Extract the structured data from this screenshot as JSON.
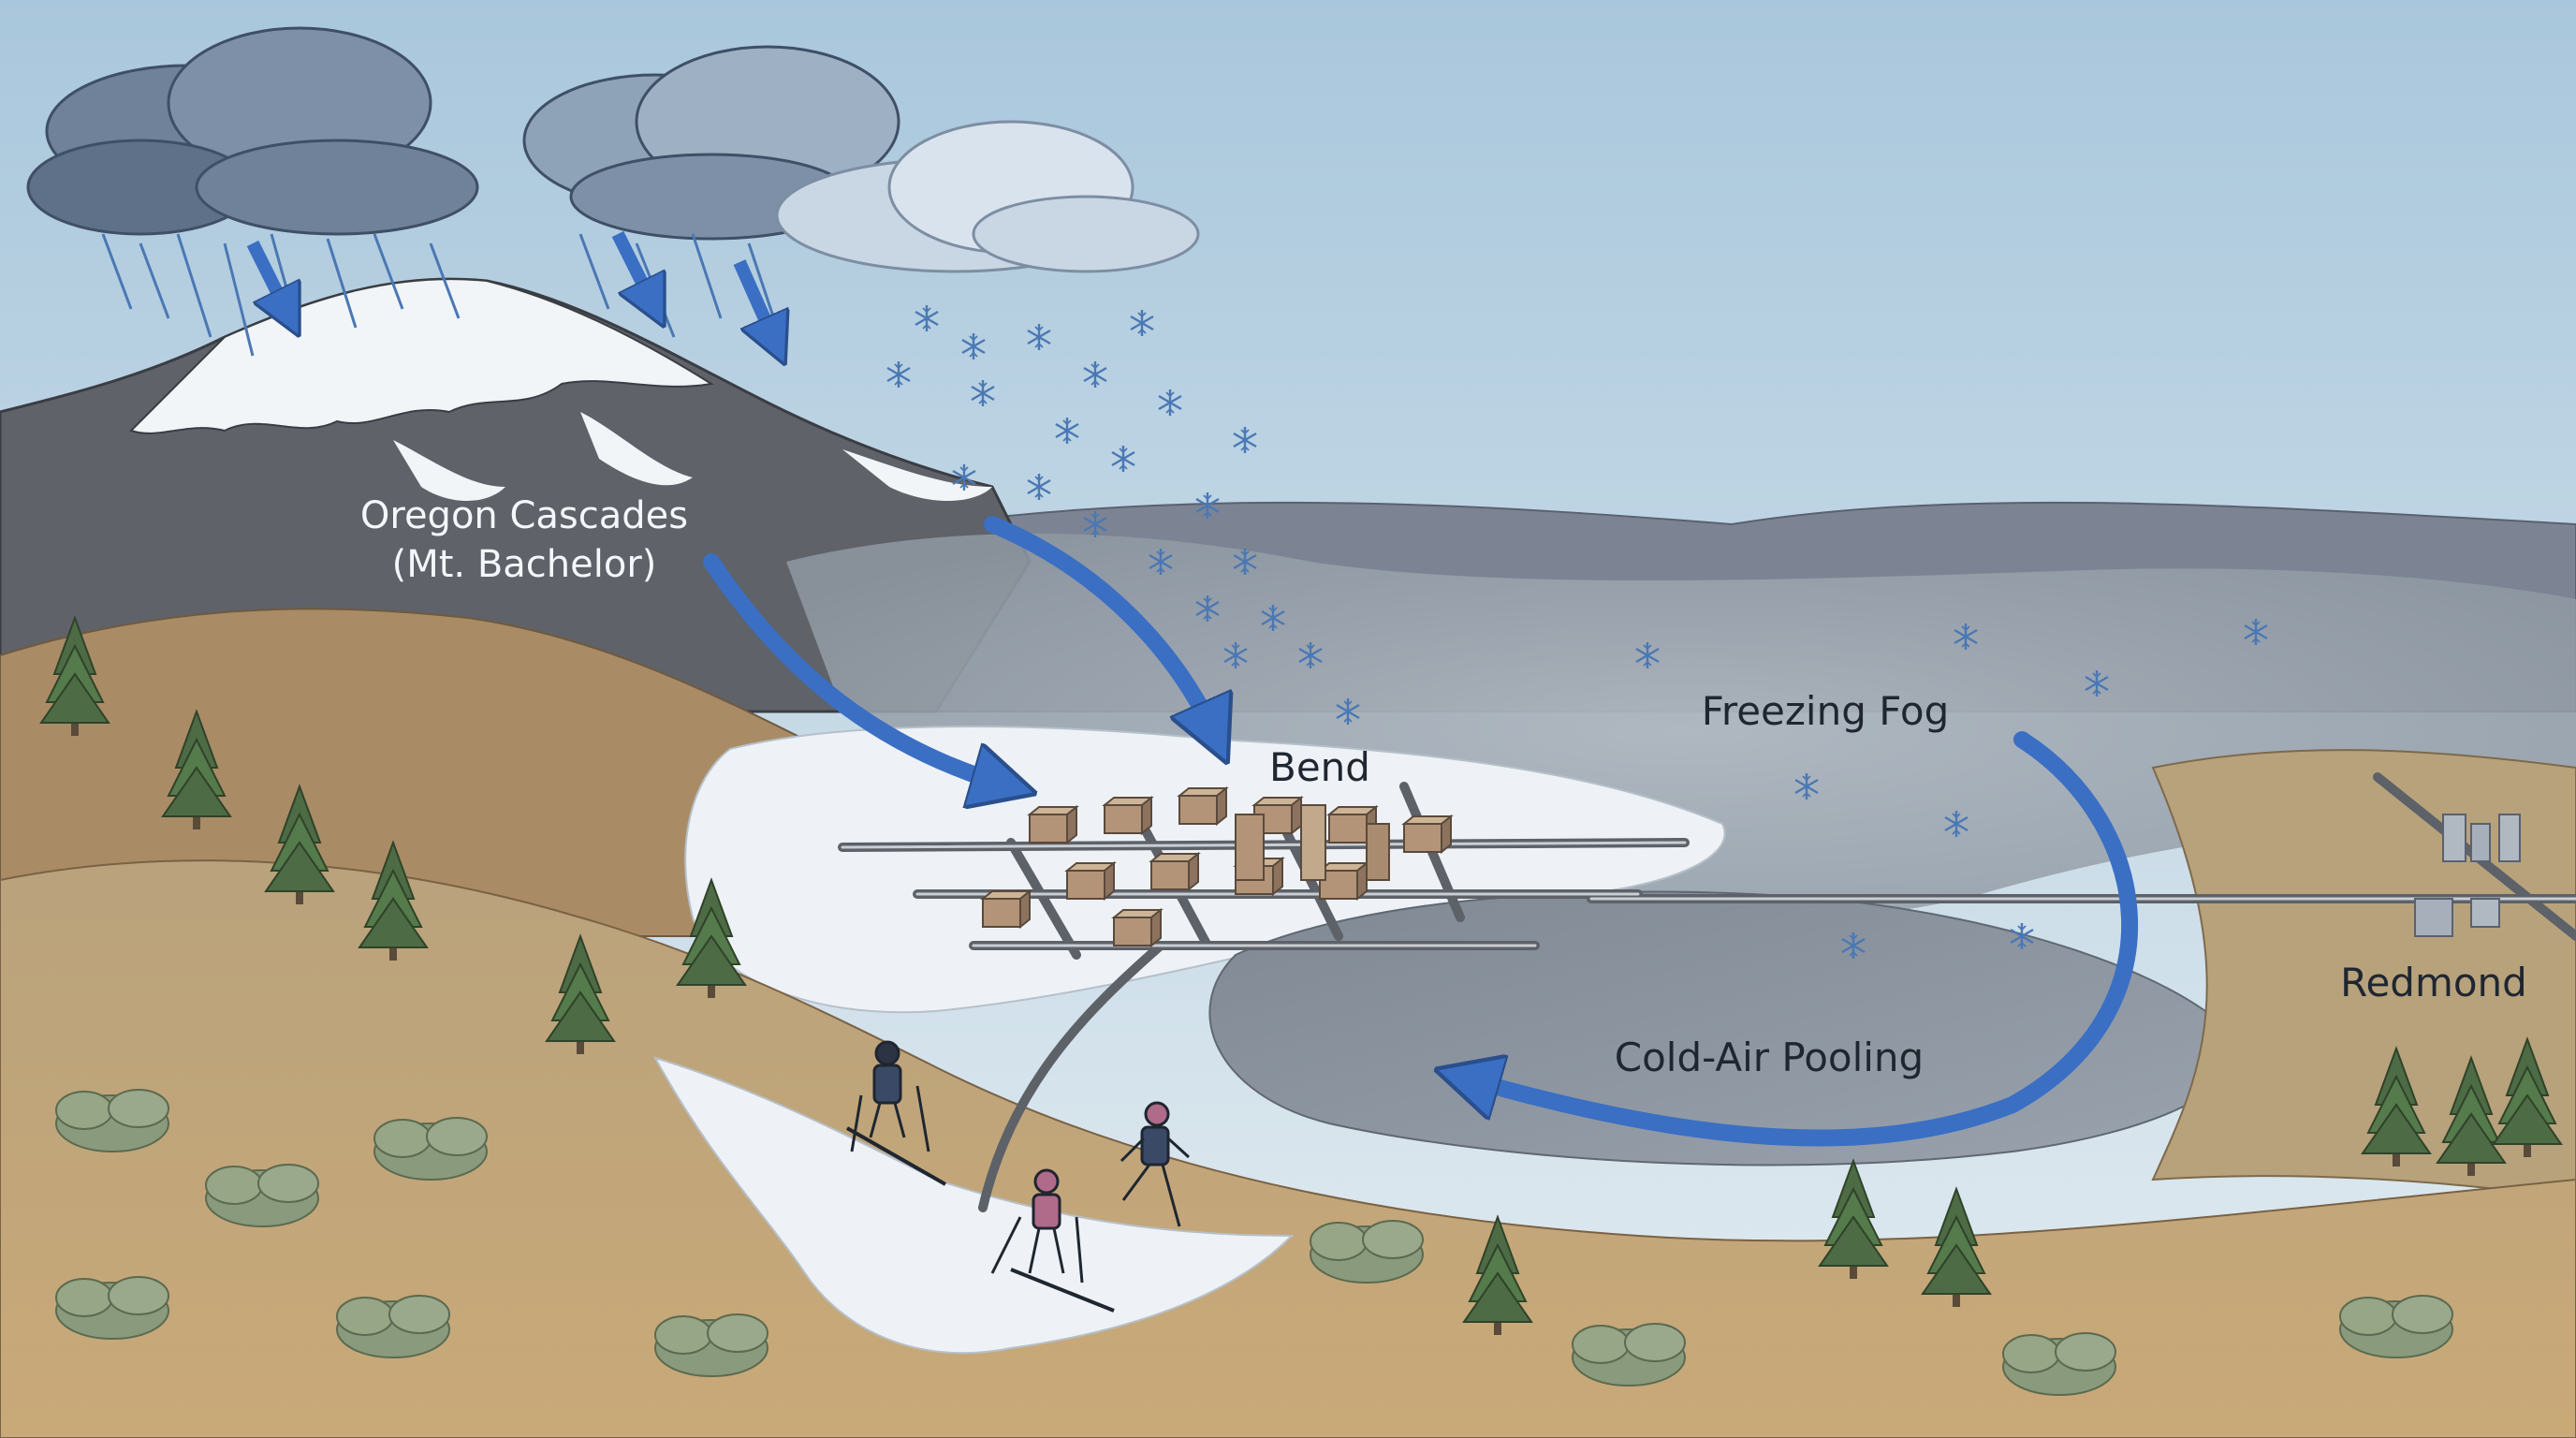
{
  "labels": {
    "cascades_line1": "Oregon Cascades",
    "cascades_line2": "(Mt. Bachelor)",
    "bend": "Bend",
    "freezing_fog": "Freezing Fog",
    "redmond": "Redmond",
    "cold_air_pooling": "Cold-Air Pooling"
  },
  "colors": {
    "sky_top": "#a9c7dc",
    "sky_bottom": "#e3ecf1",
    "storm_cloud": "#6f8299",
    "snow_cloud": "#c9d6e4",
    "arrow_blue": "#3a6fc4",
    "fog_gray": "#9aa4ae",
    "mountain": "#5f6268",
    "snow": "#f2f5f8",
    "high_desert": "#c8aa7c",
    "juniper": "#5a7046",
    "sagebrush": "#8a9a7c"
  },
  "icons": [
    "rain-streaks",
    "snowflake-icon",
    "flow-arrow",
    "pine-tree-icon",
    "building-icon",
    "skier-icon",
    "runner-icon"
  ]
}
